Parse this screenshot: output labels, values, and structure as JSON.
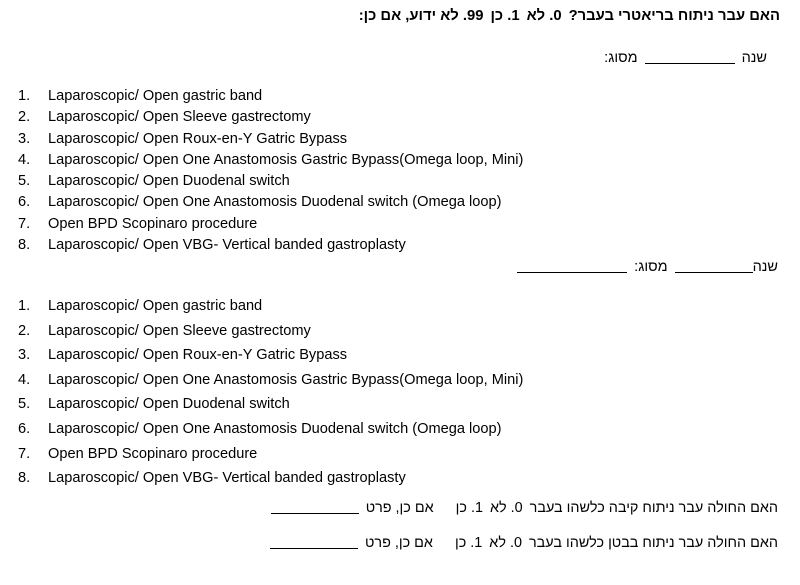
{
  "document": {
    "language": "he",
    "background_color": "#ffffff",
    "text_color": "#000000"
  },
  "header": {
    "title_question": "האם עבר ניתוח בריאטרי בעבר?",
    "option_no_code": "0",
    "option_no_label": ".  לא",
    "option_yes_code": "1",
    "option_yes_label": ".  כן",
    "option_unknown_code": "99",
    "option_unknown_label": ". לא ידוע, אם כן:"
  },
  "entry_one": {
    "year_label": "שנה",
    "type_label": "מסוג:"
  },
  "entry_two": {
    "year_label": "שנה",
    "type_label": "מסוג:"
  },
  "procedures": {
    "items": [
      {
        "index": "1.",
        "label": "Laparoscopic/ Open gastric band"
      },
      {
        "index": "2.",
        "label": "Laparoscopic/ Open Sleeve gastrectomy"
      },
      {
        "index": "3.",
        "label": "Laparoscopic/ Open Roux-en-Y Gatric Bypass"
      },
      {
        "index": "4.",
        "label": "Laparoscopic/ Open One Anastomosis Gastric Bypass(Omega loop, Mini)"
      },
      {
        "index": "5.",
        "label": "Laparoscopic/ Open  Duodenal switch"
      },
      {
        "index": "6.",
        "label": "Laparoscopic/ Open One Anastomosis Duodenal switch (Omega loop)"
      },
      {
        "index": "7.",
        "label": "Open BPD Scopinaro procedure"
      },
      {
        "index": "8.",
        "label": "Laparoscopic/ Open VBG- Vertical banded gastroplasty"
      }
    ]
  },
  "footer": {
    "question_gastric": {
      "text": "האם החולה עבר ניתוח קיבה כלשהו בעבר",
      "option_no_code": "0",
      "option_no_label": ".  לא",
      "option_yes_code": "1",
      "option_yes_label": ". כן",
      "detail_label": "אם כן, פרט"
    },
    "question_abdominal": {
      "text": "האם החולה עבר ניתוח בבטן כלשהו בעבר",
      "option_no_code": "0",
      "option_no_label": ".  לא",
      "option_yes_code": "1",
      "option_yes_label": ". כן",
      "detail_label": "אם כן, פרט"
    }
  }
}
